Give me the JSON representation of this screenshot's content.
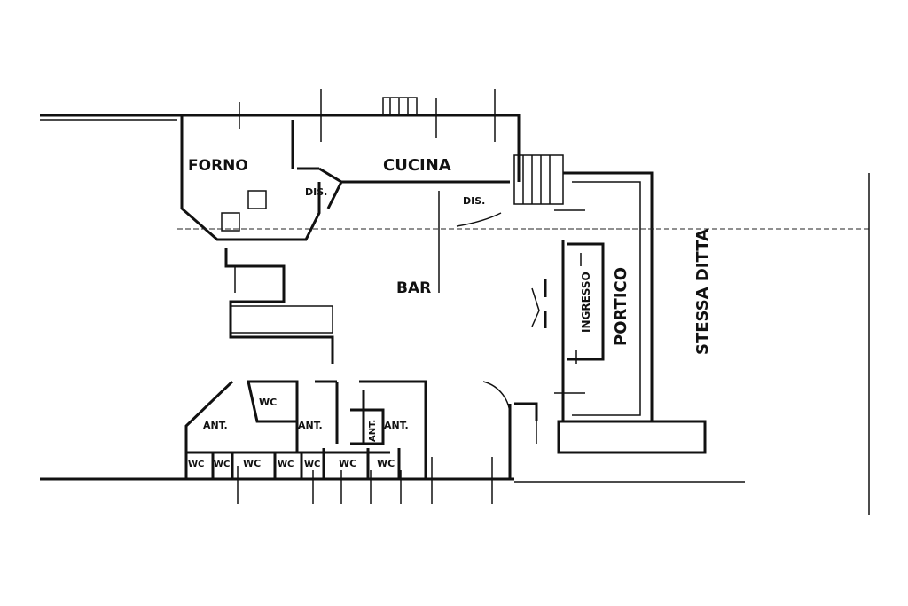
{
  "rooms": {
    "forno": "FORNO",
    "cucina": "CUCINA",
    "dis_1": "DIS.",
    "dis_2": "DIS.",
    "bar": "BAR",
    "ingresso": "INGRESSO",
    "portico": "PORTICO",
    "stessa_ditta": "STESSA DITTA",
    "wc": [
      "WC",
      "WC",
      "WC",
      "WC",
      "WC",
      "WC",
      "WC",
      "WC"
    ],
    "ant": [
      "ANT.",
      "ANT.",
      "ANT.",
      "ANT."
    ]
  }
}
